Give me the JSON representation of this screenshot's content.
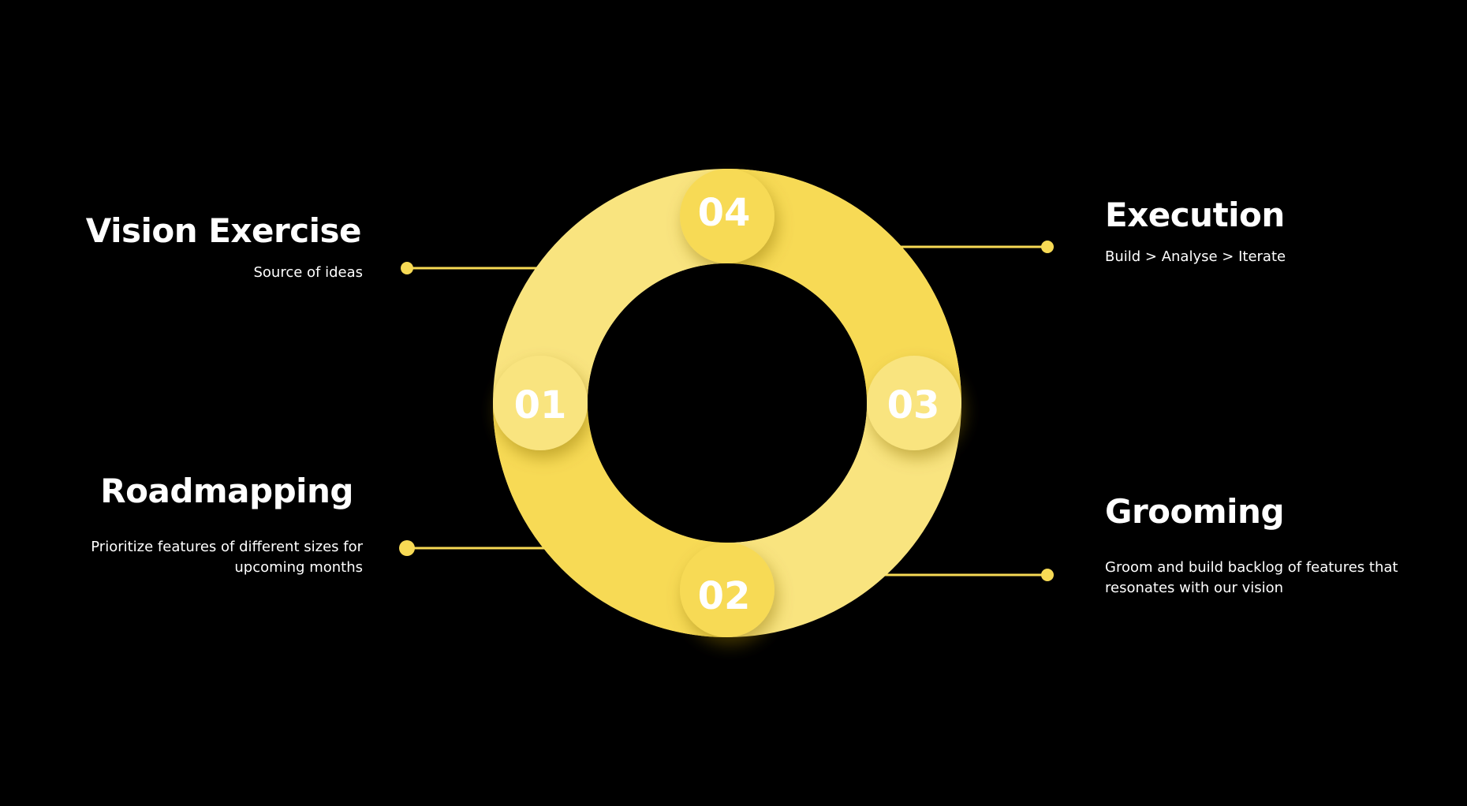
{
  "colors": {
    "background": "#000000",
    "ring_light": "#F9E47F",
    "ring_dark": "#F7DA55",
    "connector": "#F7DA55",
    "text": "#FFFFFF"
  },
  "stages": [
    {
      "number": "01",
      "title": "Vision Exercise",
      "description": "Source of ideas"
    },
    {
      "number": "02",
      "title": "Roadmapping",
      "description": "Prioritize features of different sizes for upcoming months"
    },
    {
      "number": "03",
      "title": "Grooming",
      "description": "Groom and build backlog of features that resonates with our vision"
    },
    {
      "number": "04",
      "title": "Execution",
      "description": "Build > Analyse > Iterate"
    }
  ]
}
